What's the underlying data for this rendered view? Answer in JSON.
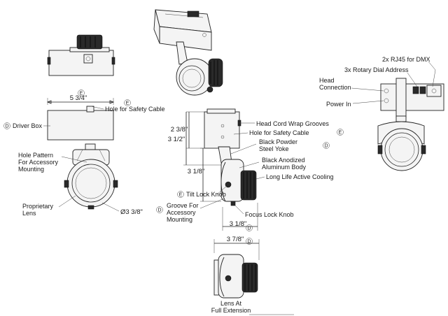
{
  "dimensions": {
    "top_width": "5 3/4\"",
    "head_cord_height": "2 3/8\"",
    "yoke_height": "3 1/2\"",
    "arm_height": "3 1/8\"",
    "lens_diameter": "Ø3 3/8\"",
    "head_depth": "3 1/8\"",
    "head_depth_extended": "3 7/8\""
  },
  "callouts": {
    "hole_safety_cable_top": "Hole for Safety Cable",
    "driver_box": "Driver Box",
    "hole_pattern": [
      "Hole Pattern",
      "For Accessory",
      "Mounting"
    ],
    "proprietary_lens": [
      "Proprietary",
      "Lens"
    ],
    "head_cord_wrap": "Head Cord Wrap Grooves",
    "hole_safety_cable_side": "Hole for Safety Cable",
    "black_powder": [
      "Black Powder",
      "Steel Yoke"
    ],
    "black_anodized": [
      "Black Anodized",
      "Aluminum Body"
    ],
    "long_life_cooling": "Long Life Active Cooling",
    "tilt_lock": "Tilt Lock Knob",
    "groove": [
      "Groove For",
      "Accessory",
      "Mounting"
    ],
    "focus_lock": "Focus Lock Knob",
    "lens_extension": [
      "Lens At",
      "Full Extension"
    ],
    "rj45": "2x RJ45 for DMX",
    "rotary": "3x Rotary Dial Address",
    "head_connection": [
      "Head",
      "Connection"
    ],
    "power_in": "Power In"
  },
  "badges": {
    "e": "E",
    "d": "D"
  }
}
